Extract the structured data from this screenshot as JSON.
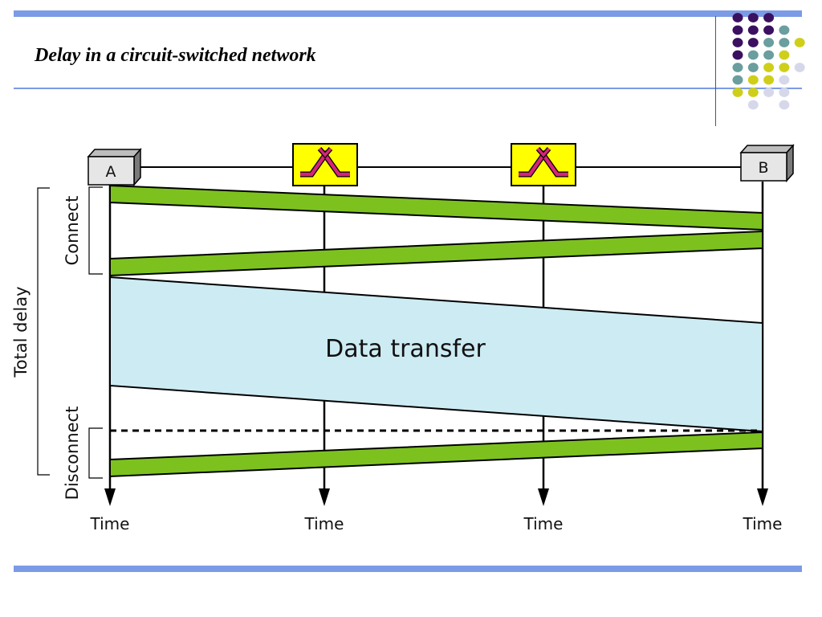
{
  "slide": {
    "title": "Delay in a circuit-switched network",
    "accent_color": "#7b9be6"
  },
  "decoration": {
    "dot_colors": {
      "purple": "#3b1061",
      "teal": "#6b9e9e",
      "yellow": "#cfcf1a",
      "lavender": "#d6d8ea"
    },
    "dot_grid": [
      [
        "purple",
        "purple",
        "purple",
        null,
        null
      ],
      [
        "purple",
        "purple",
        "purple",
        "teal",
        null
      ],
      [
        "purple",
        "purple",
        "teal",
        "teal",
        "yellow"
      ],
      [
        "purple",
        "teal",
        "teal",
        "yellow",
        null
      ],
      [
        "teal",
        "teal",
        "yellow",
        "yellow",
        "lavender"
      ],
      [
        "teal",
        "yellow",
        "yellow",
        "lavender",
        null
      ],
      [
        "yellow",
        "yellow",
        "lavender",
        "lavender",
        null
      ],
      [
        null,
        "lavender",
        null,
        "lavender",
        null
      ]
    ]
  },
  "diagram": {
    "endpoints": [
      {
        "id": "A",
        "label": "A"
      },
      {
        "id": "B",
        "label": "B"
      }
    ],
    "switches": [
      {
        "id": "switch-1",
        "icon": "switch-icon"
      },
      {
        "id": "switch-2",
        "icon": "switch-icon"
      }
    ],
    "timelines": [
      {
        "label": "Time"
      },
      {
        "label": "Time"
      },
      {
        "label": "Time"
      },
      {
        "label": "Time"
      }
    ],
    "phases": {
      "connect": "Connect",
      "data_transfer": "Data transfer",
      "disconnect": "Disconnect",
      "total_delay": "Total delay"
    },
    "colors": {
      "signal_band": "#7dc11f",
      "data_band": "#cdebf3",
      "switch_fill": "#ffff00",
      "switch_symbol": "#d6247a",
      "endpoint_fill": "#e6e6e6"
    }
  }
}
